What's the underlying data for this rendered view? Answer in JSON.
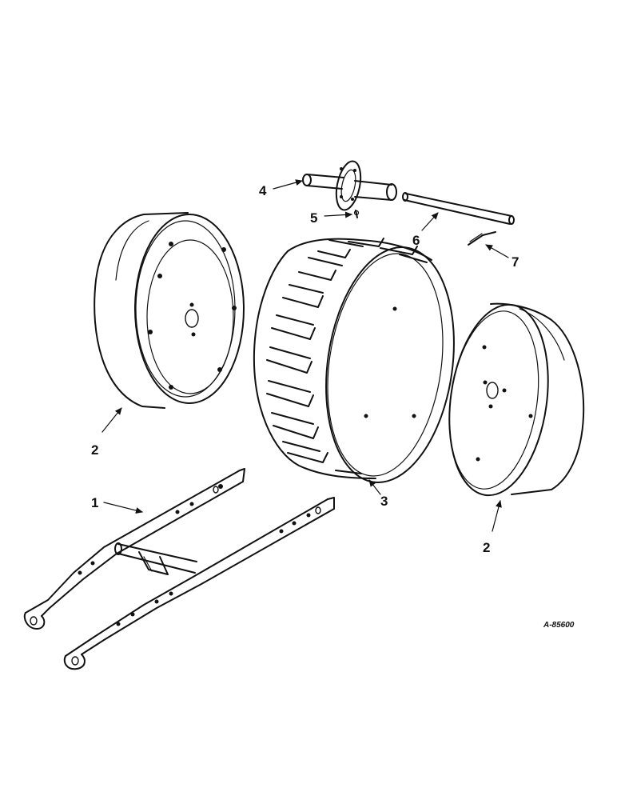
{
  "callouts": {
    "c1": "1",
    "c2a": "2",
    "c2b": "2",
    "c3": "3",
    "c4": "4",
    "c5": "5",
    "c6": "6",
    "c7": "7"
  },
  "drawing_code": "A-85600"
}
